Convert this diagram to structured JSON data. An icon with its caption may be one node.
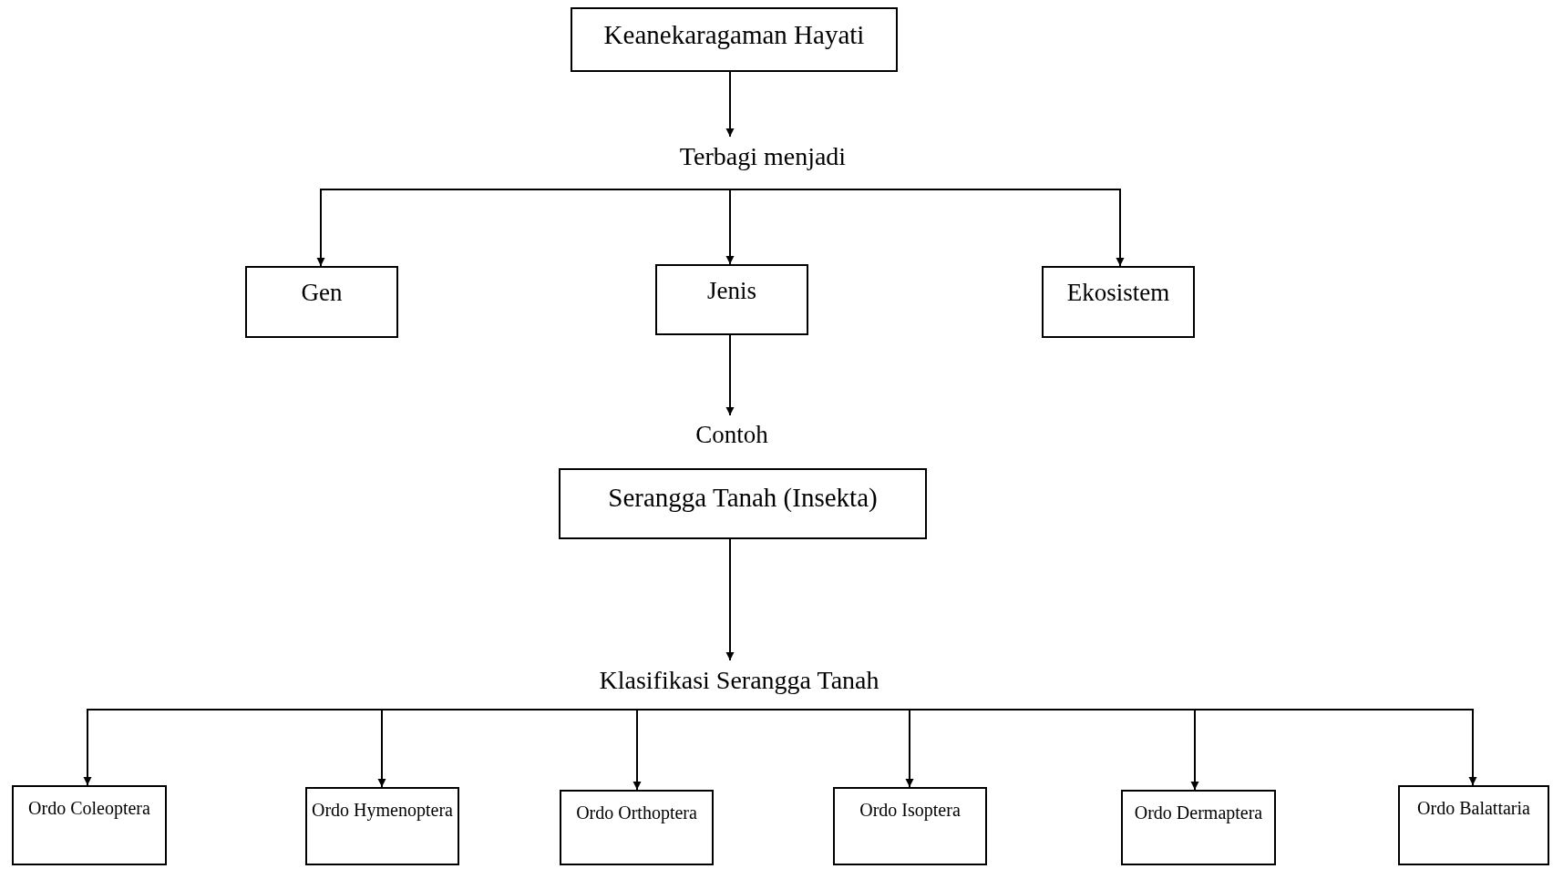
{
  "diagram": {
    "nodes": [
      {
        "text": [
          "Keanekaragaman Hayati"
        ]
      },
      {
        "text": [
          "Terbagi menjadi"
        ]
      },
      {
        "text": [
          "Gen"
        ]
      },
      {
        "text": [
          "Jenis"
        ]
      },
      {
        "text": [
          "Ekosistem"
        ]
      },
      {
        "text": [
          "Contoh"
        ]
      },
      {
        "text": [
          "Serangga Tanah (Insekta)"
        ]
      },
      {
        "text": [
          "Klasifikasi Serangga Tanah"
        ]
      },
      {
        "text": [
          "Ordo Coleoptera"
        ]
      },
      {
        "text": [
          "Ordo Hymenoptera"
        ]
      },
      {
        "text": [
          "Ordo Orthoptera"
        ]
      },
      {
        "text": [
          "Ordo Isoptera"
        ]
      },
      {
        "text": [
          "Ordo Dermaptera"
        ]
      },
      {
        "text": [
          "Ordo Balattaria"
        ]
      }
    ],
    "edges": [
      {
        "from": 0,
        "to": 1,
        "arrow": "to"
      },
      {
        "from": 1,
        "to": 2,
        "arrow": "to"
      },
      {
        "from": 1,
        "to": 3,
        "arrow": "to"
      },
      {
        "from": 1,
        "to": 4,
        "arrow": "to"
      },
      {
        "from": 3,
        "to": 5,
        "arrow": "to"
      },
      {
        "from": 6,
        "to": 7,
        "arrow": "to"
      },
      {
        "from": 7,
        "to": 8,
        "arrow": "to"
      },
      {
        "from": 7,
        "to": 9,
        "arrow": "to"
      },
      {
        "from": 7,
        "to": 10,
        "arrow": "to"
      },
      {
        "from": 7,
        "to": 11,
        "arrow": "to"
      },
      {
        "from": 7,
        "to": 12,
        "arrow": "to"
      },
      {
        "from": 7,
        "to": 13,
        "arrow": "to"
      }
    ]
  }
}
